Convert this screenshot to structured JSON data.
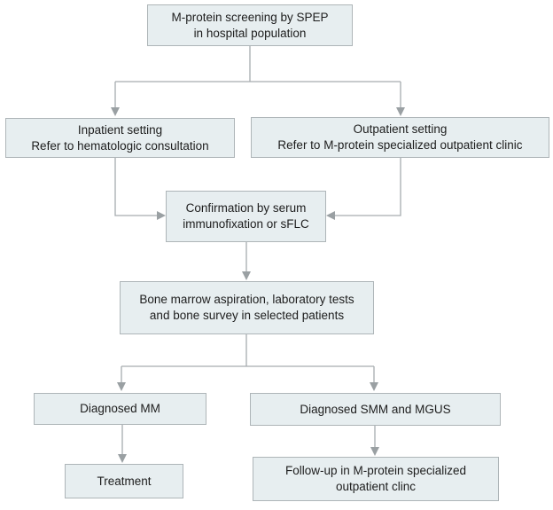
{
  "diagram": {
    "type": "flowchart",
    "colors": {
      "background": "#ffffff",
      "node_fill": "#e7eef0",
      "node_border": "#aeb5b8",
      "connector": "#a6acaf",
      "arrowhead": "#9aa0a3",
      "text": "#1d1d1d"
    },
    "nodes": {
      "screening": {
        "text": "M-protein screening by SPEP\nin hospital population"
      },
      "inpatient": {
        "text": "Inpatient setting\nRefer to hematologic consultation"
      },
      "outpatient": {
        "text": "Outpatient setting\nRefer to M-protein specialized outpatient clinic"
      },
      "confirmation": {
        "text": "Confirmation by serum\nimmunofixation or sFLC"
      },
      "workup": {
        "text": "Bone marrow aspiration, laboratory tests\nand bone survey in selected patients"
      },
      "diagnosed_mm": {
        "text": "Diagnosed MM"
      },
      "diagnosed_smm_mgus": {
        "text": "Diagnosed SMM and MGUS"
      },
      "treatment": {
        "text": "Treatment"
      },
      "followup": {
        "text": "Follow-up in M-protein specialized\noutpatient clinc"
      }
    },
    "edges": [
      {
        "from": "screening",
        "to": "inpatient"
      },
      {
        "from": "screening",
        "to": "outpatient"
      },
      {
        "from": "inpatient",
        "to": "confirmation"
      },
      {
        "from": "outpatient",
        "to": "confirmation"
      },
      {
        "from": "confirmation",
        "to": "workup"
      },
      {
        "from": "workup",
        "to": "diagnosed_mm"
      },
      {
        "from": "workup",
        "to": "diagnosed_smm_mgus"
      },
      {
        "from": "diagnosed_mm",
        "to": "treatment"
      },
      {
        "from": "diagnosed_smm_mgus",
        "to": "followup"
      }
    ]
  }
}
